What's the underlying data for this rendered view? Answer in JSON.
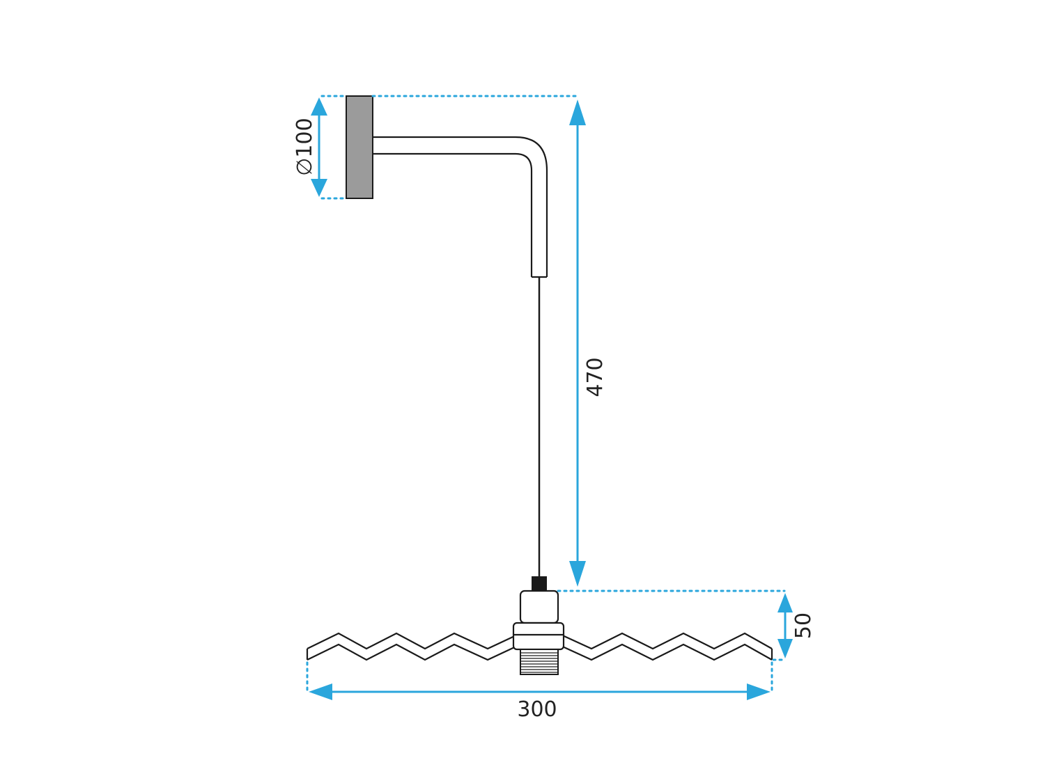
{
  "dimensions": {
    "diameter": "∅100",
    "height": "470",
    "shade_height": "50",
    "width": "300"
  },
  "colors": {
    "dimension": "#2aa6dc",
    "outline": "#1a1a1a",
    "plate": "#9b9b9b",
    "cable": "#1a1a1a"
  }
}
